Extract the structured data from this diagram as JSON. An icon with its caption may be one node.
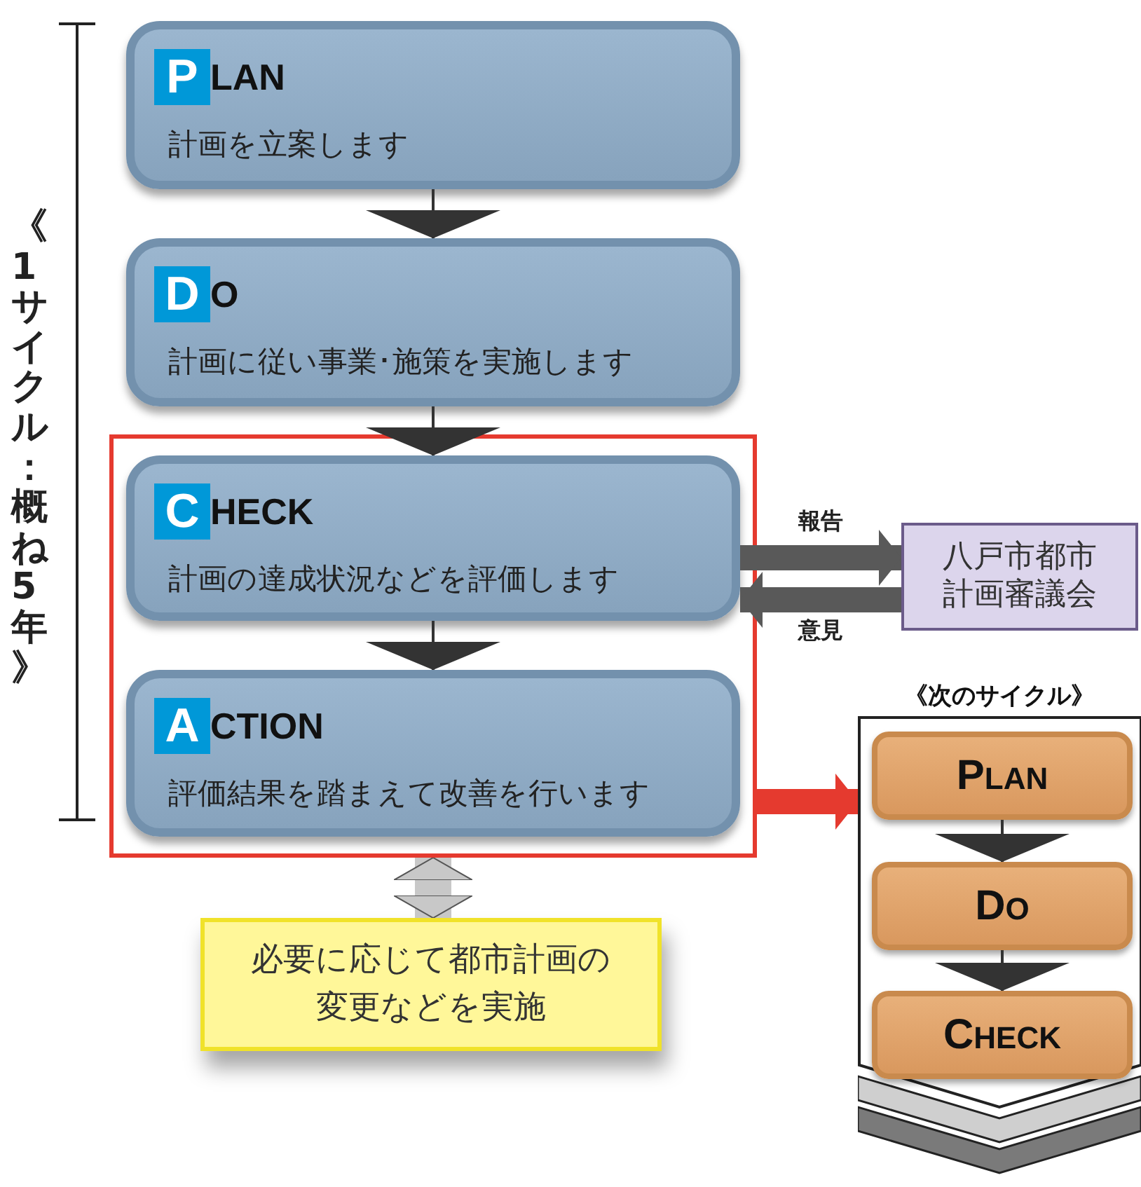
{
  "diagram": {
    "nodes": [
      {
        "text": [
          "PLAN",
          "計画を立案します"
        ]
      },
      {
        "text": [
          "DO",
          "計画に従い事業･施策を実施します"
        ]
      },
      {
        "text": [],
        "shape": "box"
      },
      {
        "text": [
          "CHECK",
          "計画の達成状況などを評価します"
        ],
        "in": 2
      },
      {
        "text": [
          "ACTION",
          "評価結果を踏まえて改善を行います"
        ],
        "in": 2
      },
      {
        "text": [
          "八戸市都市計画審議会"
        ]
      },
      {
        "text": [
          "必要に応じて都市計画の変更などを実施"
        ]
      },
      {
        "text": [
          "《次のサイクル》"
        ]
      },
      {
        "text": [
          "PLAN"
        ],
        "in": 7
      },
      {
        "text": [
          "DO"
        ],
        "in": 7
      },
      {
        "text": [
          "CHECK"
        ],
        "in": 7
      }
    ],
    "edges": [
      {
        "from": 0,
        "to": 1,
        "arrow": "to"
      },
      {
        "from": 1,
        "to": 3,
        "arrow": "to"
      },
      {
        "from": 3,
        "to": 4,
        "arrow": "to"
      },
      {
        "from": 3,
        "to": 5,
        "arrow": "to",
        "label": "報告",
        "style": "thick",
        "color": "#595959"
      },
      {
        "from": 5,
        "to": 3,
        "arrow": "to",
        "label": "意見",
        "style": "thick",
        "color": "#595959"
      },
      {
        "from": 2,
        "to": 7,
        "arrow": "to",
        "style": "thick",
        "color": "#e53a2f"
      },
      {
        "from": 2,
        "to": 6,
        "arrow": "both",
        "style": "thick",
        "color": "#c8c8c8"
      },
      {
        "from": 8,
        "to": 9,
        "arrow": "to"
      },
      {
        "from": 9,
        "to": 10,
        "arrow": "to"
      }
    ],
    "labels": [
      "《1サイクル：概ね5年》"
    ]
  }
}
